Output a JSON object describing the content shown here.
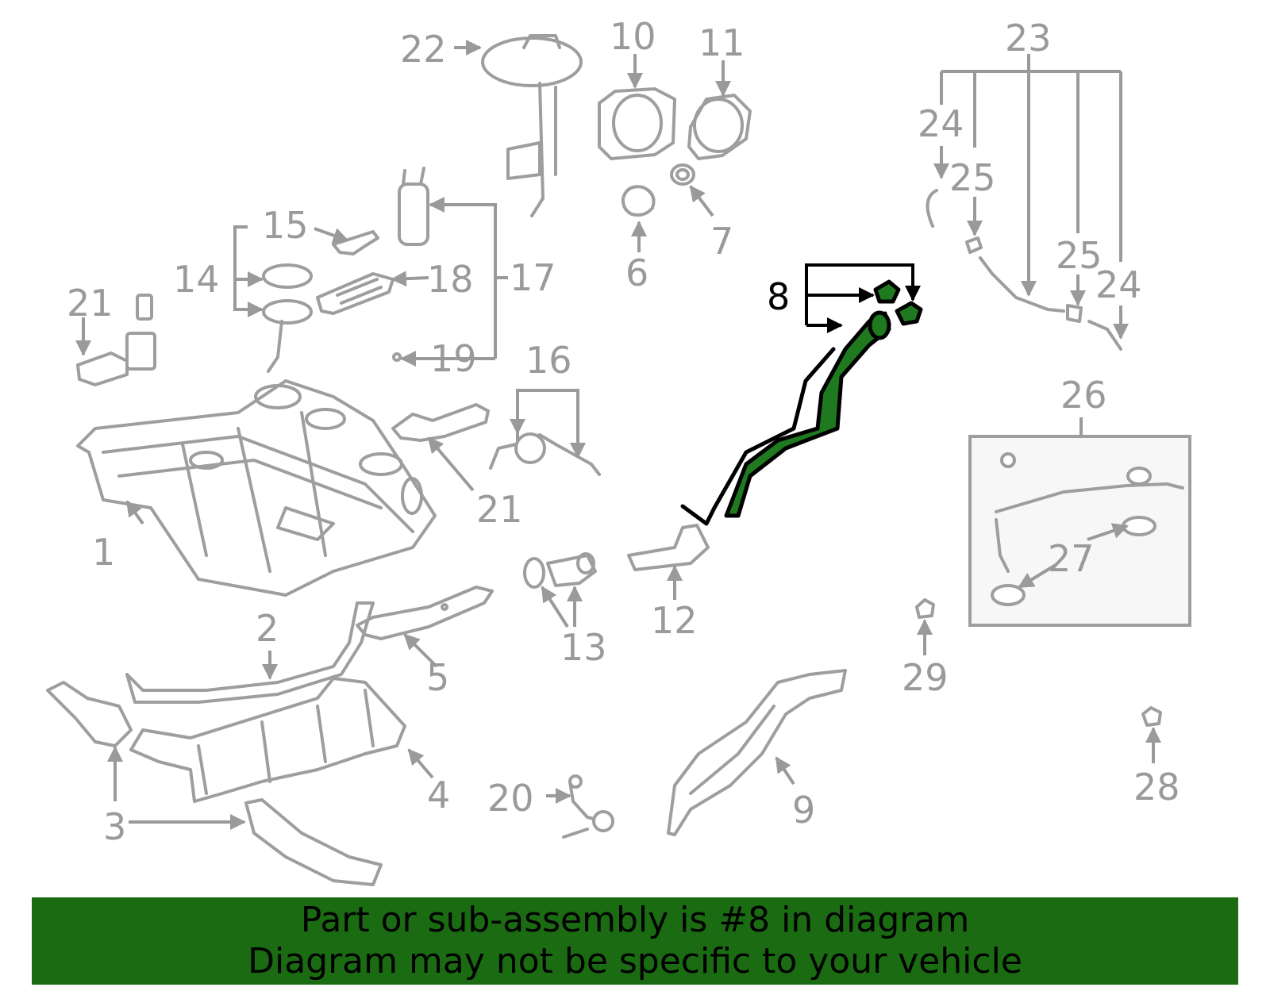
{
  "banner": {
    "line1": "Part or sub-assembly is #8 in diagram",
    "line2": "Diagram may not be specific to your vehicle",
    "background_color": "#1a6b12"
  },
  "highlight": {
    "part_number": "8",
    "fill_color": "#1f7a1f"
  },
  "callouts": {
    "c1": "1",
    "c2": "2",
    "c3": "3",
    "c4": "4",
    "c5": "5",
    "c6": "6",
    "c7": "7",
    "c8": "8",
    "c9": "9",
    "c10": "10",
    "c11": "11",
    "c12": "12",
    "c13": "13",
    "c14": "14",
    "c15": "15",
    "c16": "16",
    "c17": "17",
    "c18": "18",
    "c19": "19",
    "c20": "20",
    "c21a": "21",
    "c21b": "21",
    "c22": "22",
    "c23": "23",
    "c24a": "24",
    "c24b": "24",
    "c25a": "25",
    "c25b": "25",
    "c26": "26",
    "c27": "27",
    "c28": "28",
    "c29": "29"
  },
  "colors": {
    "line_art": "#9e9e9e",
    "label_text": "#9a9a9a",
    "highlight_label": "#000000"
  }
}
